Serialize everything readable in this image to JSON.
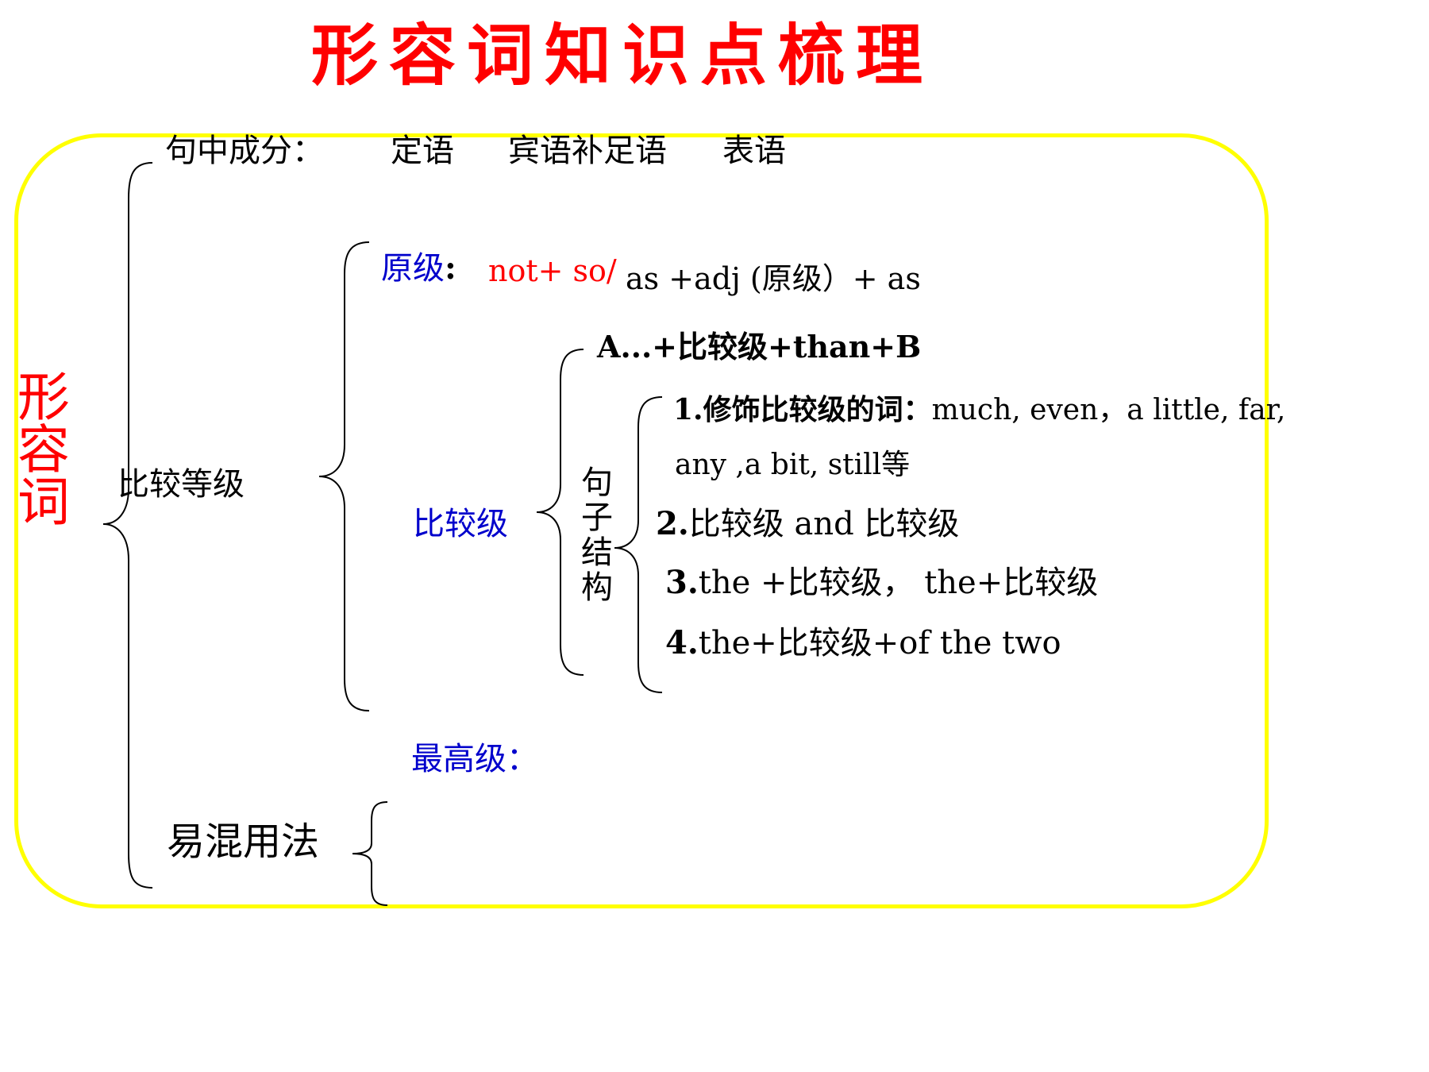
{
  "title": "形容词知识点梳理",
  "root": {
    "label": "形容词",
    "chars": [
      "形",
      "容",
      "词"
    ]
  },
  "syntax": {
    "label": "句中成分：",
    "items": [
      "定语",
      "宾语补足语",
      "表语"
    ]
  },
  "comparison": {
    "label": "比较等级",
    "positive": {
      "label": "原级",
      "colon": ":",
      "red_part": "not+ so/",
      "rest": "as +adj (原级）+ as"
    },
    "comparative": {
      "label": "比较级",
      "basic": "A...+比较级+than+B",
      "structure_label": [
        "句",
        "子",
        "结",
        "构"
      ],
      "rules": [
        {
          "num": "1.",
          "text": "修饰比较级的词：",
          "rest": "much, even，a little, far,",
          "line2": "any ,a bit, still等"
        },
        {
          "num": "2.",
          "text": "比较级 and 比较级"
        },
        {
          "num": "3.",
          "text": "the +比较级，  the+比较级"
        },
        {
          "num": "4.",
          "text": "the+比较级+of the two"
        }
      ]
    },
    "superlative": {
      "label": "最高级："
    }
  },
  "confusing": {
    "label": "易混用法"
  },
  "colors": {
    "title": "#ff0000",
    "frame": "#ffff00",
    "blue_labels": "#0000cc",
    "root": "#ff0000"
  }
}
